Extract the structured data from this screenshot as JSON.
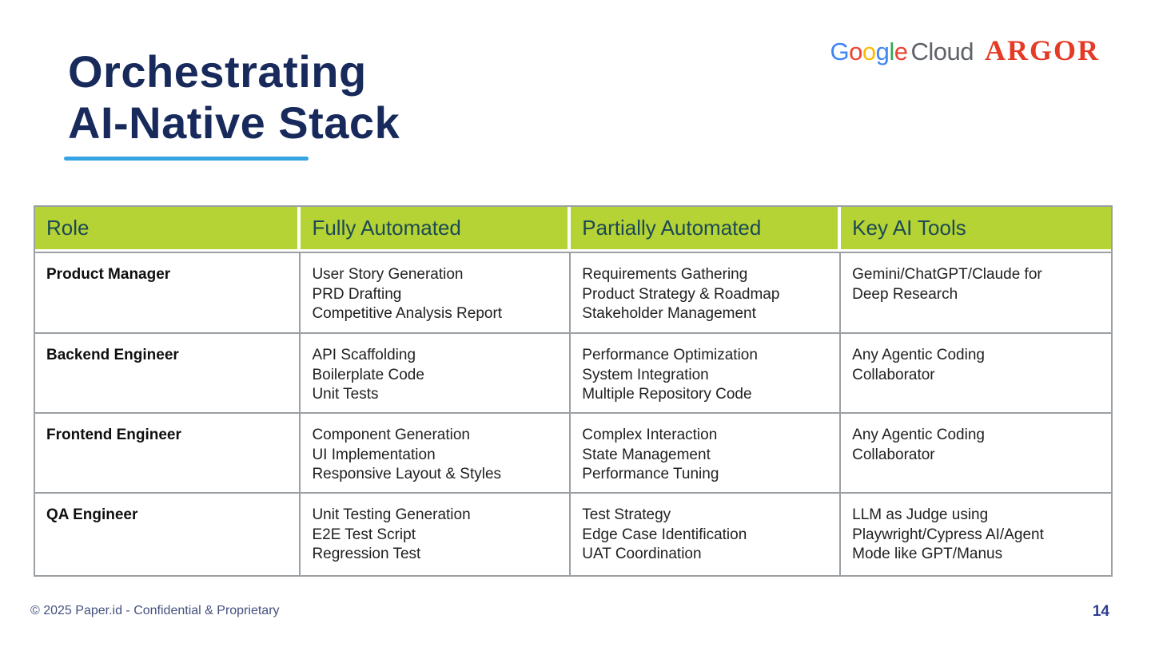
{
  "slide": {
    "title_line1": "Orchestrating",
    "title_line2": "AI-Native Stack",
    "footer_text": "© 2025 Paper.id - Confidential & Proprietary",
    "page_number": "14"
  },
  "logos": {
    "google_letters": [
      {
        "ch": "G",
        "color": "#4285F4"
      },
      {
        "ch": "o",
        "color": "#EA4335"
      },
      {
        "ch": "o",
        "color": "#FBBC05"
      },
      {
        "ch": "g",
        "color": "#4285F4"
      },
      {
        "ch": "l",
        "color": "#34A853"
      },
      {
        "ch": "e",
        "color": "#EA4335"
      }
    ],
    "cloud_label": "Cloud",
    "partner_label": "ARGOR"
  },
  "table": {
    "headers": [
      "Role",
      "Fully Automated",
      "Partially Automated",
      "Key AI Tools"
    ],
    "rows": [
      {
        "role": "Product Manager",
        "cells": [
          [
            "User Story Generation",
            "PRD Drafting",
            "Competitive Analysis Report"
          ],
          [
            "Requirements Gathering",
            "Product Strategy & Roadmap",
            "Stakeholder Management"
          ],
          [
            "Gemini/ChatGPT/Claude for",
            "Deep Research"
          ]
        ]
      },
      {
        "role": "Backend Engineer",
        "cells": [
          [
            "API Scaffolding",
            "Boilerplate Code",
            "Unit Tests"
          ],
          [
            "Performance Optimization",
            "System Integration",
            "Multiple Repository Code"
          ],
          [
            "Any Agentic Coding",
            "Collaborator"
          ]
        ]
      },
      {
        "role": "Frontend Engineer",
        "cells": [
          [
            "Component Generation",
            "UI Implementation",
            "Responsive Layout & Styles"
          ],
          [
            "Complex Interaction",
            "State Management",
            "Performance Tuning"
          ],
          [
            "Any Agentic Coding",
            "Collaborator"
          ]
        ]
      },
      {
        "role": "QA Engineer",
        "cells": [
          [
            "Unit Testing Generation",
            "E2E Test Script",
            "Regression Test"
          ],
          [
            "Test Strategy",
            "Edge Case Identification",
            "UAT Coordination"
          ],
          [
            "LLM as Judge using",
            "Playwright/Cypress AI/Agent",
            "Mode like GPT/Manus"
          ]
        ]
      }
    ]
  },
  "colors": {
    "header_bg": "#b5d334",
    "header_text": "#1c4956",
    "title": "#172a5b",
    "underline": "#36a3e3",
    "border": "#9aa0a3",
    "footer": "#44517e",
    "page_number": "#2e3d91",
    "argor_red": "#e53b26",
    "cloud_gray": "#5f6368"
  }
}
